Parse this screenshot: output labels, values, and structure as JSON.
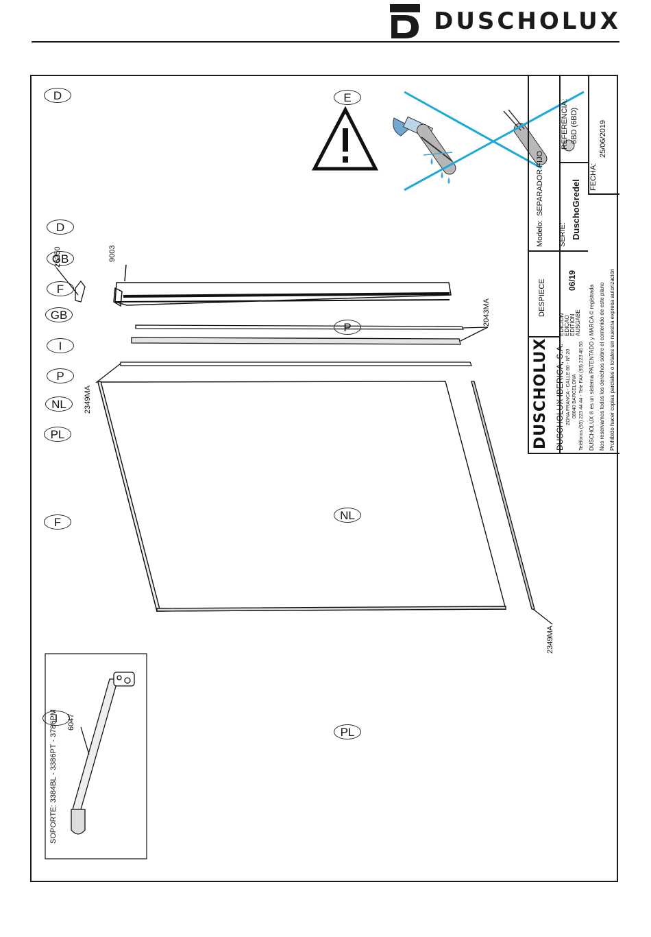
{
  "header": {
    "brand": "DUSCHOLUX",
    "logo_icon": "d-logo-icon"
  },
  "language_badges": [
    "D",
    "GB",
    "F",
    "GB",
    "I",
    "P",
    "NL",
    "PL",
    "F"
  ],
  "warning": {
    "label": "E",
    "icon": "warning-triangle-icon"
  },
  "section_labels": {
    "p": "P",
    "nl": "NL",
    "pl": "PL",
    "i": "I"
  },
  "parts": {
    "profile_top": "9003",
    "end_cap": "26250",
    "seal_label": "2043MA",
    "seal_left": "2349MA",
    "seal_right": "2349MA",
    "support_part": "6047",
    "support_caption": "SOPORTE: 3384BL - 3386PT - 3786PM"
  },
  "title_block": {
    "modelo_label": "Modelo:",
    "modelo_value": "SEPARADOR FIJO",
    "referencia_label": "REFERENCIA:",
    "referencia_value": "6BD (6BD)",
    "serie_label": "SERIE:",
    "serie_value": "DuschoGredel",
    "fecha_label": "FECHA:",
    "fecha_value": "25/06/2019",
    "despiece": "DESPIECE",
    "edicion_labels": [
      "EDICION",
      "EDIÇAO",
      "EDITION",
      "AUSGABE"
    ],
    "edicion_value": "06/19",
    "company_logo": "DUSCHOLUX",
    "company_name": "DUSCHOLUX IBERICA, S.A.",
    "company_address": "ZONA FRANCA - CALLE 60 - Nº 20",
    "company_city": "08040 BARCELONA",
    "company_phone": "Teléfonos (93) 223 44 44 - Tele FAX (93) 223 46 50",
    "legal_1": "DUSCHOLUX ® es un sistema PATENTADO y MARCA © registrada",
    "legal_2": "Nos reservamos todos los derechos sobre el contenido de este plano",
    "legal_3": "Prohibido hacer copias parciales o totales sin nuestra expresa autorización"
  }
}
